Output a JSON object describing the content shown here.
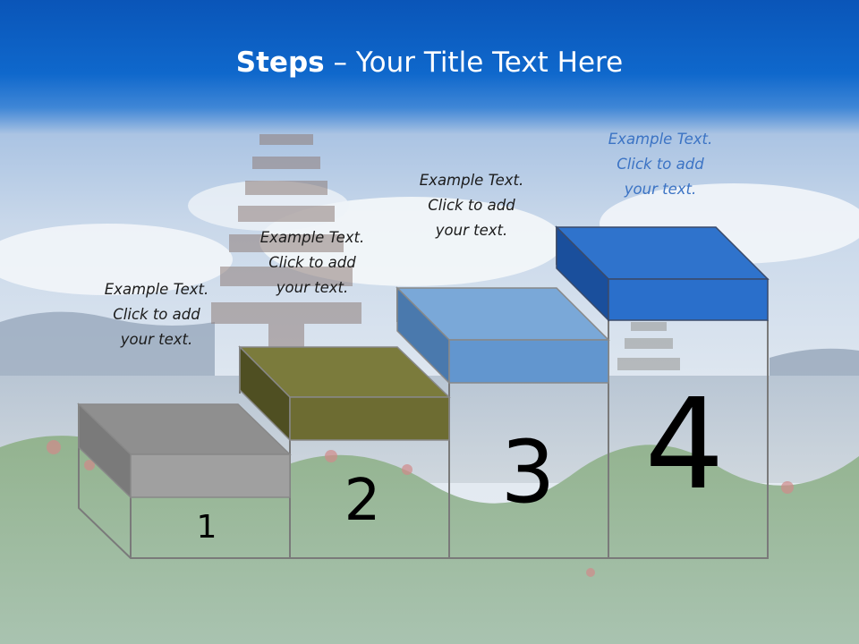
{
  "title": {
    "bold": "Steps",
    "rest": " – Your Title Text Here"
  },
  "steps": [
    {
      "number": "1",
      "caption": "Example Text.\nClick  to add\nyour text.",
      "top_color": "#8f8f8f",
      "front_color": "#a0a0a0",
      "side_color": "#7a7a7a"
    },
    {
      "number": "2",
      "caption": "Example Text.\nClick  to add\nyour text.",
      "top_color": "#7b7b3c",
      "front_color": "#6d6c32",
      "side_color": "#4f4f22"
    },
    {
      "number": "3",
      "caption": "Example Text.\nClick  to add\nyour text.",
      "top_color": "#7aa8d8",
      "front_color": "#6296cf",
      "side_color": "#4a79ad"
    },
    {
      "number": "4",
      "caption": "Example Text.\nClick  to add\nyour text.",
      "top_color": "#2f73cc",
      "front_color": "#2a6fcb",
      "side_color": "#1a4f9c"
    }
  ],
  "colors": {
    "title_bar": "#0f68cc",
    "caption_text": "#1b1b1b",
    "caption_text_highlight": "#3b73c4"
  }
}
